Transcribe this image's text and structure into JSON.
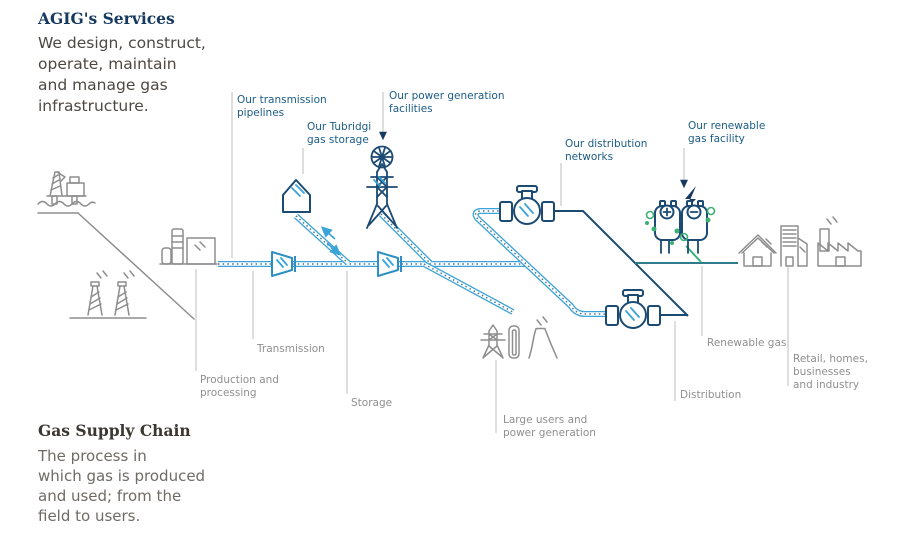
{
  "header": {
    "title": "AGIG's Services",
    "lines": [
      "We design, construct,",
      "operate, maintain",
      "and manage gas",
      "infrastructure."
    ]
  },
  "footer": {
    "title": "Gas Supply Chain",
    "lines": [
      "The process in",
      "which gas  is produced",
      "and used; from the",
      "field to users."
    ]
  },
  "facility_labels": {
    "transmission_pipelines": {
      "line1": "Our transmission",
      "line2": "pipelines"
    },
    "tubridgi": {
      "line1": "Our Tubridgi",
      "line2": "gas storage"
    },
    "power_generation": {
      "line1": "Our power generation",
      "line2": "facilities"
    },
    "distribution_networks": {
      "line1": "Our distribution",
      "line2": "networks"
    },
    "renewable": {
      "line1": "Our renewable",
      "line2": "gas facility"
    }
  },
  "stage_labels": {
    "production": {
      "line1": "Production and",
      "line2": "processing"
    },
    "transmission": "Transmission",
    "storage": "Storage",
    "large_users": {
      "line1": "Large users and",
      "line2": "power generation"
    },
    "distribution": "Distribution",
    "renewable_gas": "Renewable gas",
    "retail": {
      "line1": "Retail, homes,",
      "line2": "businesses",
      "line3": "and industry"
    }
  },
  "icons": [
    "offshore-platform-icon",
    "drilling-derricks-icon",
    "processing-plant-icon",
    "compressor-icon",
    "gas-storage-icon",
    "turbine-icon",
    "transmission-tower-icon",
    "valve-icon",
    "power-station-icon",
    "renewable-gas-facility-icon",
    "lightning-icon",
    "house-icon",
    "apartment-icon",
    "factory-icon"
  ],
  "colors": {
    "pipeline_blue": "#3AA3D8",
    "navy": "#1B4A73",
    "teal": "#2E7B8C",
    "green": "#3BB273",
    "icon_gray": "#8D8D8D",
    "label_blue": "#1C5C85",
    "label_gray": "#8F8F8F",
    "heading_navy": "#16395F",
    "heading_charcoal": "#3B3733"
  }
}
